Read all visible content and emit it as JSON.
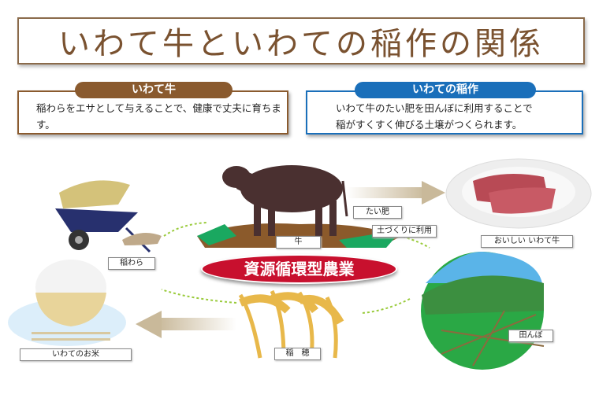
{
  "title": "いわて牛といわての稲作の関係",
  "cattle_box": {
    "label": "いわて牛",
    "text": "稲わらをエサとして与えることで、健康で丈夫に育ちます。"
  },
  "rice_box": {
    "label": "いわての稲作",
    "line1": "いわて牛のたい肥を田んぼに利用することで",
    "line2": "稲がすくすく伸びる土壌がつくられます。"
  },
  "center": "資源循環型農業",
  "labels": {
    "straw": "稲わら",
    "cow": "牛",
    "compost": "たい肥",
    "soil": "土づくりに利用",
    "beef": "おいしい いわて牛",
    "paddy": "田んぼ",
    "ear": "稲　穂",
    "rice": "いわてのお米"
  }
}
